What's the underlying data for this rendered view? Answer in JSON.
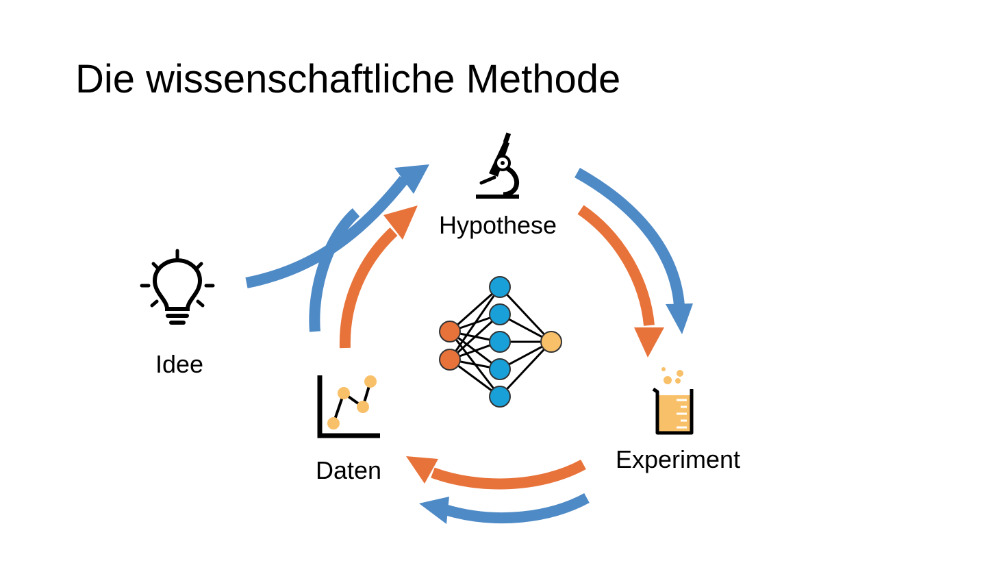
{
  "title": "Die wissenschaftliche Methode",
  "nodes": {
    "hypothese": "Hypothese",
    "idee": "Idee",
    "daten": "Daten",
    "experiment": "Experiment"
  },
  "colors": {
    "blue": "#4e8ac6",
    "orange": "#e8733a",
    "node_blue": "#1aa0d9",
    "node_orange": "#e8733a",
    "node_yellow": "#f9c06a",
    "beaker_fill": "#f9c06a",
    "ink": "#000000"
  },
  "icons": {
    "hypothese": "microscope-icon",
    "idee": "lightbulb-icon",
    "daten": "line-chart-icon",
    "experiment": "beaker-icon",
    "center": "neural-network-icon"
  }
}
